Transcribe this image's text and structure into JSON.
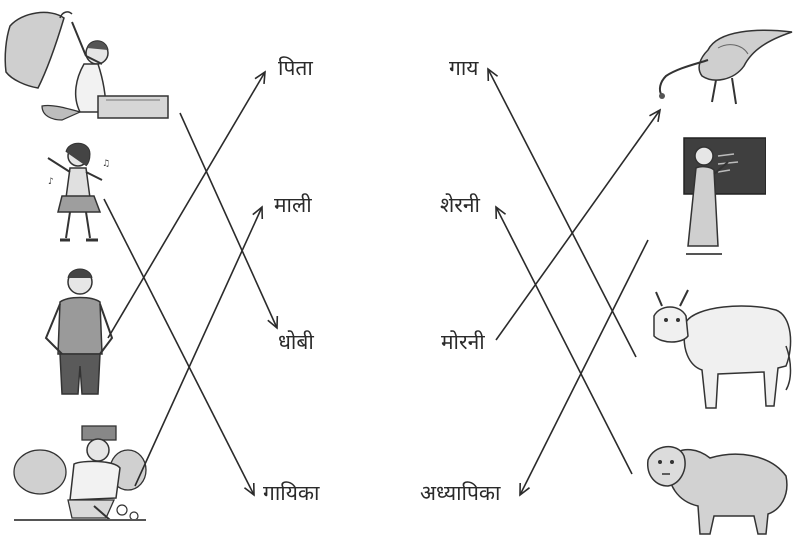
{
  "left_words": [
    {
      "id": "pita",
      "text": "पिता"
    },
    {
      "id": "maali",
      "text": "माली"
    },
    {
      "id": "dhobi",
      "text": "धोबी"
    },
    {
      "id": "gaayika",
      "text": "गायिका"
    }
  ],
  "right_words": [
    {
      "id": "gaay",
      "text": "गाय"
    },
    {
      "id": "sherni",
      "text": "शेरनी"
    },
    {
      "id": "morni",
      "text": "मोरनी"
    },
    {
      "id": "adhyaapika",
      "text": "अध्यापिका"
    }
  ],
  "left_pictures": [
    {
      "id": "washerman",
      "icon": "washerman-picture"
    },
    {
      "id": "singer",
      "icon": "singing-girl-picture"
    },
    {
      "id": "father",
      "icon": "man-picture"
    },
    {
      "id": "gardener",
      "icon": "gardener-picture"
    }
  ],
  "right_pictures": [
    {
      "id": "peahen",
      "icon": "peahen-picture"
    },
    {
      "id": "teacher",
      "icon": "teacher-picture"
    },
    {
      "id": "cow",
      "icon": "cow-picture"
    },
    {
      "id": "lioness",
      "icon": "lioness-picture"
    }
  ],
  "connections": [
    {
      "from": "washerman",
      "to": "dhobi"
    },
    {
      "from": "singer",
      "to": "gaayika"
    },
    {
      "from": "father",
      "to": "pita"
    },
    {
      "from": "gardener",
      "to": "maali"
    },
    {
      "from": "morni",
      "to": "peahen"
    },
    {
      "from": "teacher",
      "to": "adhyaapika"
    },
    {
      "from": "cow",
      "to": "gaay"
    },
    {
      "from": "lioness",
      "to": "sherni"
    }
  ],
  "colors": {
    "line": "#2b2b2b",
    "ink": "#3a3a3a",
    "fill": "#d9d9d9",
    "text": "#2a2a2a"
  }
}
